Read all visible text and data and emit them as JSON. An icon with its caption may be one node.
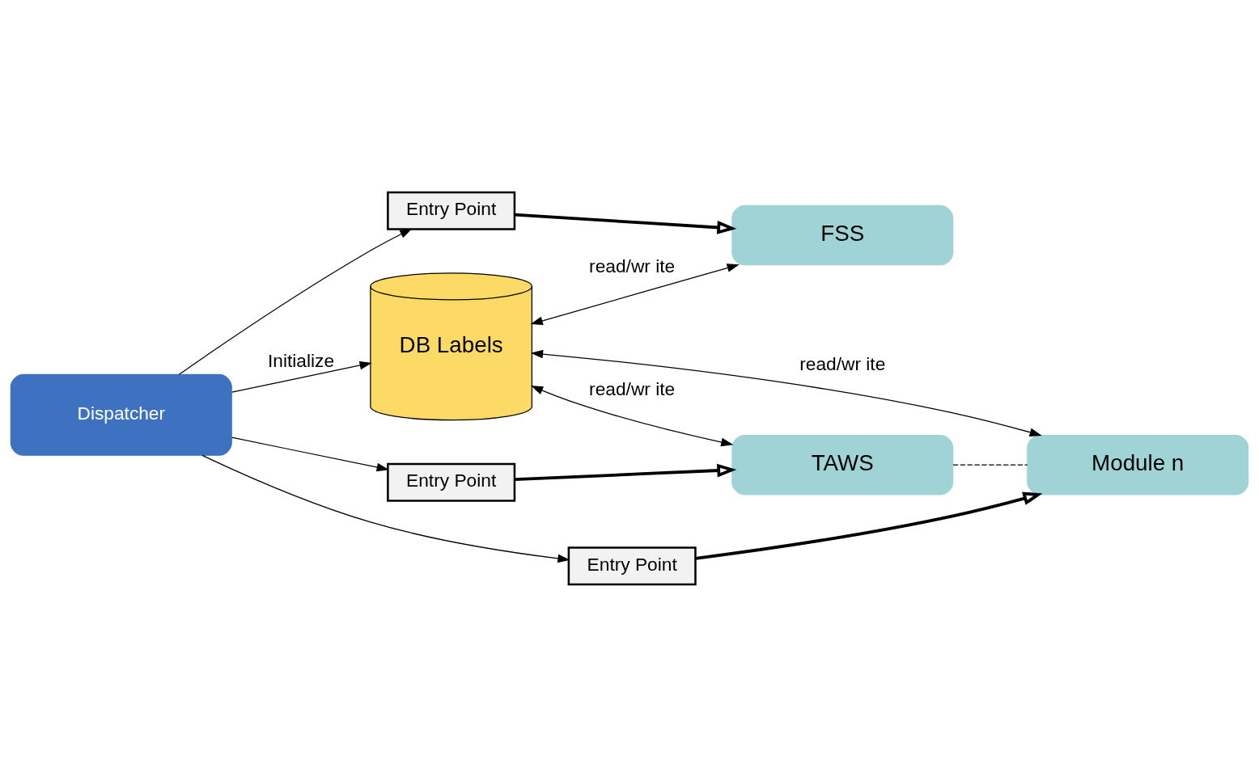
{
  "diagram": {
    "nodes": [
      {
        "text": [
          "DB Labels"
        ]
      },
      {
        "text": [
          "Dispatcher"
        ]
      },
      {
        "text": [
          "Entry Point"
        ]
      },
      {
        "text": [
          "FSS"
        ]
      },
      {
        "text": [
          "Entry Point"
        ]
      },
      {
        "text": [
          "TAWS"
        ]
      },
      {
        "text": [
          "Entry Point"
        ]
      },
      {
        "text": [
          "Module n"
        ]
      }
    ],
    "edges": [
      {
        "from": 1,
        "to": 0,
        "arrow": "to",
        "label": "Initialize"
      },
      {
        "from": 1,
        "to": 2,
        "arrow": "to"
      },
      {
        "from": 2,
        "to": 3,
        "arrow": "to",
        "style": "thick"
      },
      {
        "from": 1,
        "to": 4,
        "arrow": "to"
      },
      {
        "from": 4,
        "to": 5,
        "arrow": "to",
        "style": "thick"
      },
      {
        "from": 1,
        "to": 6,
        "arrow": "to"
      },
      {
        "from": 6,
        "to": 7,
        "arrow": "to",
        "style": "thick"
      },
      {
        "from": 0,
        "to": 3,
        "arrow": "both",
        "label": "read/wr ite"
      },
      {
        "from": 0,
        "to": 5,
        "arrow": "both",
        "label": "read/wr ite"
      },
      {
        "from": 0,
        "to": 7,
        "arrow": "both",
        "label": "read/wr ite"
      },
      {
        "from": 5,
        "to": 7,
        "arrow": "none",
        "style": "dashed"
      }
    ]
  }
}
